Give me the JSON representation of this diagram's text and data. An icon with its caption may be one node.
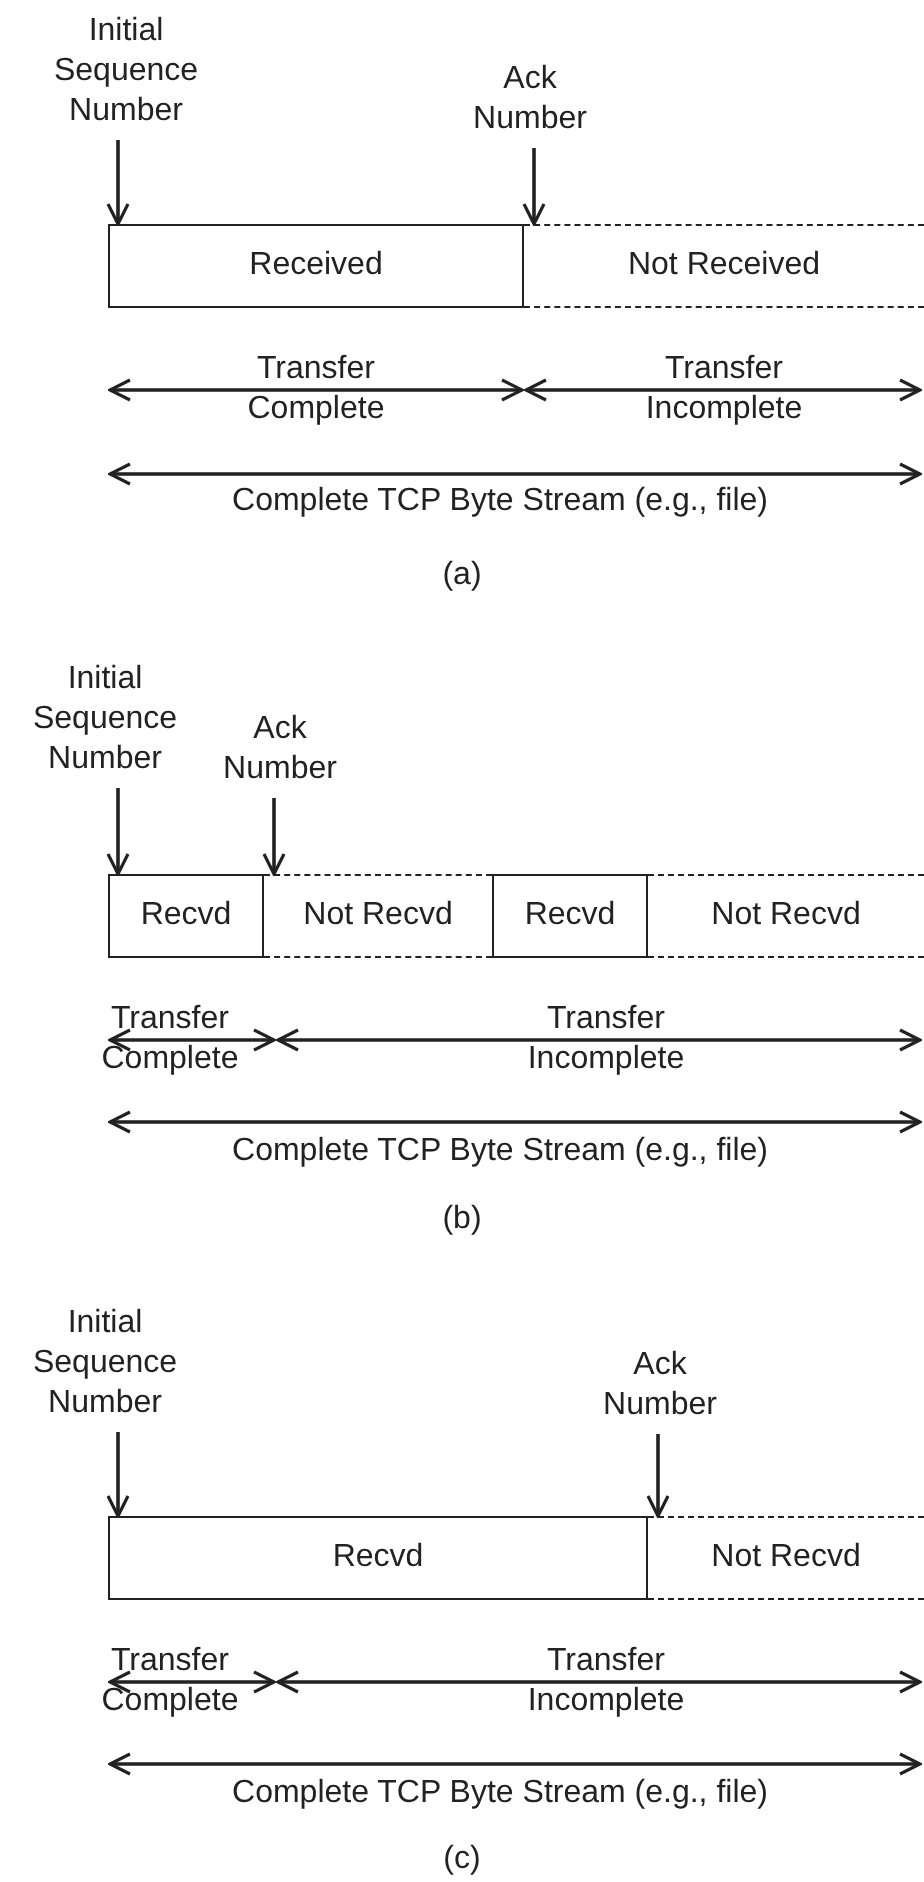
{
  "diagram": {
    "nodes": [
      {
        "text": [
          "Initial Sequence Number"
        ]
      },
      {
        "text": [
          "Ack Number"
        ]
      },
      {
        "text": [
          "Received"
        ]
      },
      {
        "text": [
          "Not Received"
        ]
      },
      {
        "text": [
          "Initial Sequence Number"
        ]
      },
      {
        "text": [
          "Ack Number"
        ]
      },
      {
        "text": [
          "Recvd"
        ]
      },
      {
        "text": [
          "Not Recvd"
        ]
      },
      {
        "text": [
          "Recvd"
        ]
      },
      {
        "text": [
          "Not Recvd"
        ]
      },
      {
        "text": [
          "Initial Sequence Number"
        ]
      },
      {
        "text": [
          "Ack Number"
        ]
      },
      {
        "text": [
          "Recvd"
        ]
      },
      {
        "text": [
          "Not Recvd"
        ]
      }
    ],
    "edges": [
      {
        "from": 0,
        "to": 2,
        "arrow": "to"
      },
      {
        "from": 1,
        "to": 3,
        "arrow": "to"
      },
      {
        "from": 4,
        "to": 6,
        "arrow": "to"
      },
      {
        "from": 5,
        "to": 7,
        "arrow": "to"
      },
      {
        "from": 10,
        "to": 12,
        "arrow": "to"
      },
      {
        "from": 11,
        "to": 13,
        "arrow": "to"
      }
    ],
    "labels": [
      "Transfer Complete",
      "Transfer Incomplete",
      "Complete TCP Byte Stream (e.g., file)",
      "(a)",
      "Transfer Complete",
      "Transfer Incomplete",
      "Complete TCP Byte Stream (e.g., file)",
      "(b)",
      "Transfer Complete",
      "Transfer Incomplete",
      "Complete TCP Byte Stream (e.g., file)",
      "(c)"
    ]
  }
}
